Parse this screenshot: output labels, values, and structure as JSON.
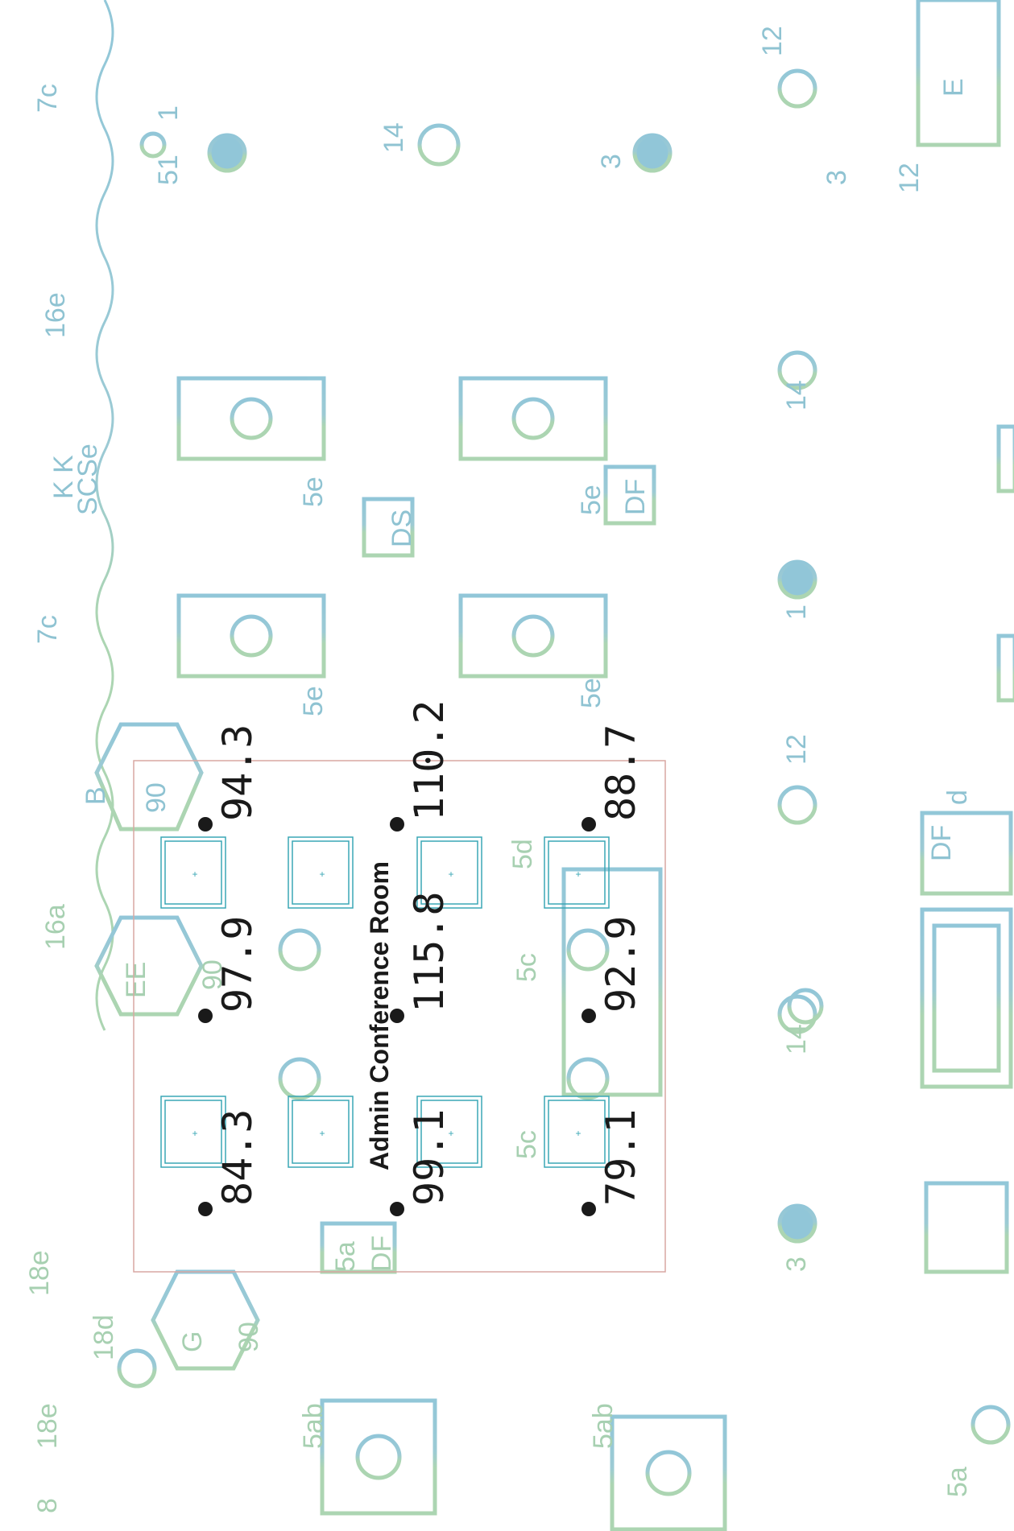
{
  "colors": {
    "background": "#ffffff",
    "schematic_blue": "#8cc4d6",
    "schematic_green": "#a8d3ae",
    "overlay_border": "#d9a7a2",
    "fixture": "#3aa7b5",
    "reading_text": "#1a1a1a"
  },
  "room": {
    "title": "Admin Conference Room"
  },
  "readings": [
    {
      "value": "94.3"
    },
    {
      "value": "97.9"
    },
    {
      "value": "84.3"
    },
    {
      "value": "110.2"
    },
    {
      "value": "115.8"
    },
    {
      "value": "99.1"
    },
    {
      "value": "88.7"
    },
    {
      "value": "92.9"
    },
    {
      "value": "79.1"
    }
  ],
  "schematic_labels": [
    "7c",
    "51",
    "1",
    "14",
    "3",
    "12",
    "E",
    "3",
    "12",
    "16e",
    "K K",
    "SCSe",
    "5e",
    "DS",
    "DF",
    "5e",
    "7c",
    "B",
    "90",
    "5e",
    "5e",
    "14",
    "1",
    "16a",
    "EE",
    "90",
    "5d",
    "5c",
    "5c",
    "5a",
    "DF",
    "12",
    "DF",
    "d",
    "18e",
    "18d",
    "G",
    "90",
    "5ab",
    "5ab",
    "18e",
    "8",
    "14",
    "3",
    "5a"
  ],
  "fixtures_count": 8
}
